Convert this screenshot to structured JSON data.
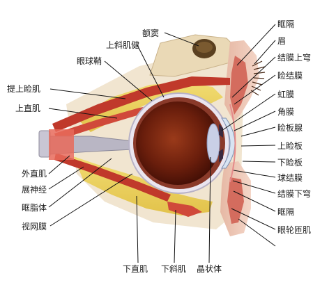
{
  "labels": {
    "frontal_sinus": "额窦",
    "superior_oblique_tendon": "上斜肌健",
    "eyeball_sheath": "眼球鞘",
    "levator_palpebrae": "提上睑肌",
    "superior_rectus": "上直肌",
    "lateral_rectus": "外直肌",
    "abducens_nerve": "展神经",
    "orbital_fat": "眶脂体",
    "retina": "视网膜",
    "inferior_rectus": "下直肌",
    "inferior_oblique": "下斜肌",
    "lens": "晶状体",
    "orbital_septum_upper": "眶隔",
    "eyebrow": "眉",
    "superior_fornix": "结膜上穹",
    "palpebral_conjunctiva": "睑结膜",
    "iris": "虹膜",
    "cornea": "角膜",
    "tarsal_glands": "睑板腺",
    "superior_tarsus": "上睑板",
    "inferior_tarsus": "下睑板",
    "bulbar_conjunctiva": "球结膜",
    "inferior_fornix": "结膜下穹",
    "orbital_septum_lower": "眶隔",
    "orbicularis_oculi": "眼轮匝肌"
  }
}
